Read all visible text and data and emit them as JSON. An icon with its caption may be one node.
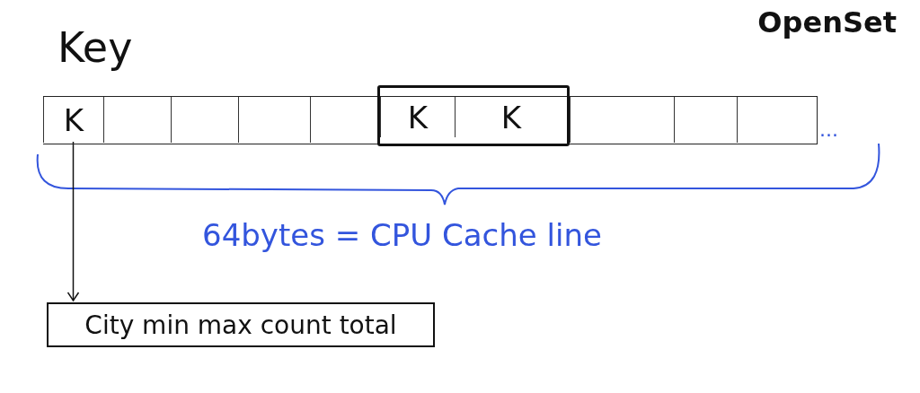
{
  "diagram": {
    "title": "OpenSet",
    "nodes": [
      {
        "text": [],
        "shape": "box"
      },
      {
        "text": [],
        "shape": "box",
        "in": 0
      },
      {
        "text": [
          "K"
        ],
        "in": 0
      },
      {
        "text": [],
        "shape": "box",
        "in": 0
      },
      {
        "text": [],
        "shape": "box",
        "in": 0
      },
      {
        "text": [],
        "shape": "box",
        "in": 0
      },
      {
        "text": [],
        "shape": "box",
        "in": 0
      },
      {
        "text": [
          "K"
        ],
        "in": 1
      },
      {
        "text": [
          "K"
        ],
        "in": 1
      },
      {
        "text": [],
        "shape": "box",
        "in": 0
      },
      {
        "text": [],
        "shape": "box",
        "in": 0
      },
      {
        "text": [],
        "shape": "box",
        "in": 0
      },
      {
        "text": [
          "City min max count total"
        ]
      }
    ],
    "edges": [
      {
        "from": 2,
        "to": 12,
        "arrow": "to"
      }
    ],
    "labels": [
      "Key",
      "...",
      "64bytes = CPU Cache line"
    ]
  }
}
